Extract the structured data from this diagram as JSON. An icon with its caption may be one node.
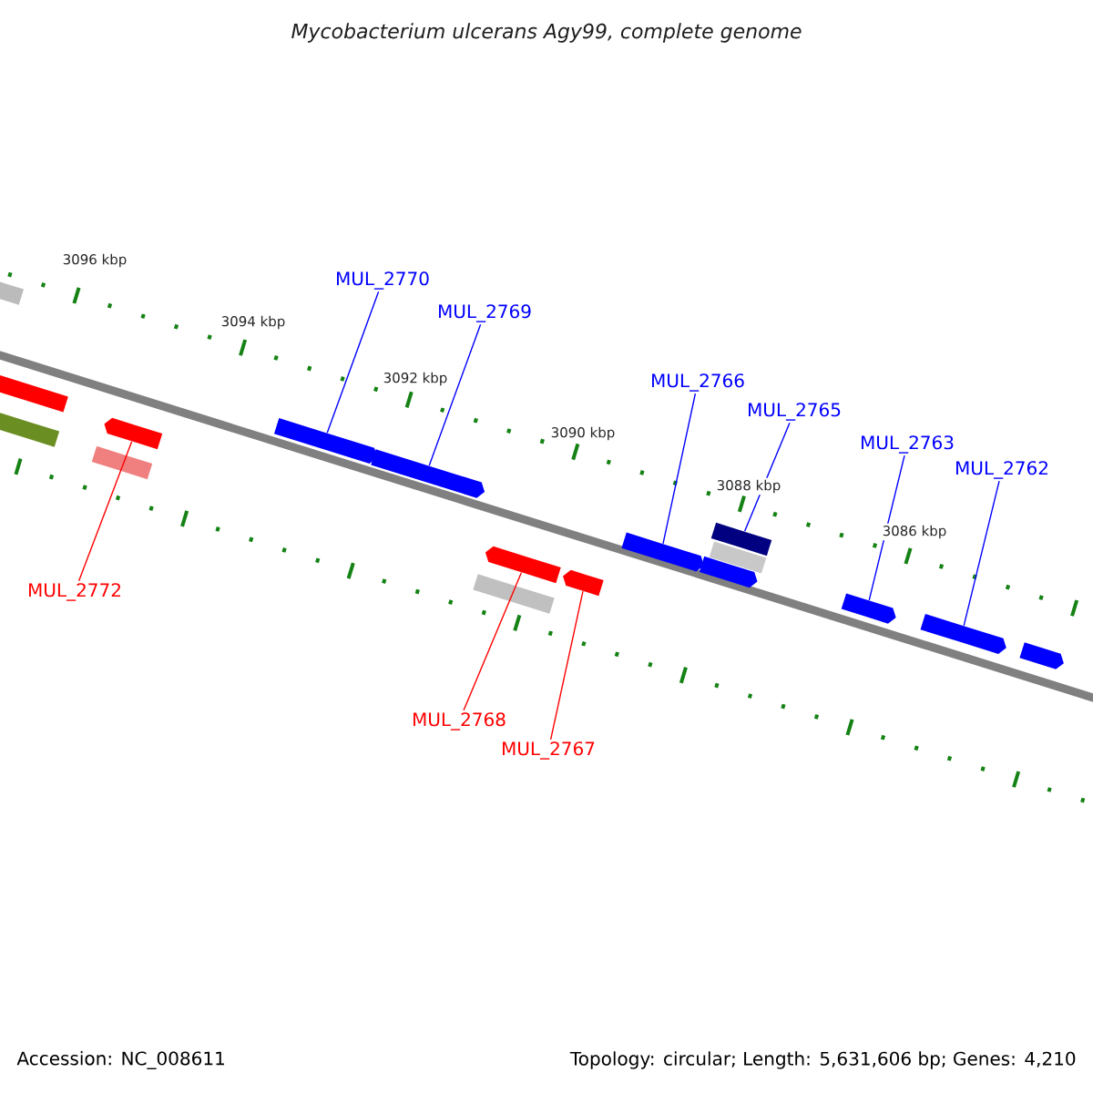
{
  "diagram": {
    "title": "Mycobacterium ulcerans Agy99, complete genome",
    "nodes": [
      {
        "text": [
          "MUL_2770"
        ]
      },
      {
        "text": [
          "MUL_2769"
        ]
      },
      {
        "text": [
          "MUL_2766"
        ]
      },
      {
        "text": [
          "MUL_2765"
        ]
      },
      {
        "text": [
          "MUL_2763"
        ]
      },
      {
        "text": [
          "MUL_2762"
        ]
      },
      {
        "text": [
          "MUL_2772"
        ]
      },
      {
        "text": [
          "MUL_2768"
        ]
      },
      {
        "text": [
          "MUL_2767"
        ]
      },
      {
        "text": [],
        "shape": "bar"
      },
      {
        "text": [],
        "shape": "bar"
      },
      {
        "text": [],
        "shape": "bar"
      },
      {
        "text": [],
        "shape": "bar"
      },
      {
        "text": [],
        "shape": "bar"
      },
      {
        "text": [],
        "shape": "bar"
      },
      {
        "text": [],
        "shape": "bar"
      },
      {
        "text": [],
        "shape": "bar"
      },
      {
        "text": [],
        "shape": "bar"
      },
      {
        "text": [],
        "shape": "bar"
      },
      {
        "text": [],
        "shape": "bar"
      },
      {
        "text": [],
        "shape": "bar"
      },
      {
        "text": [],
        "shape": "bar"
      },
      {
        "text": [],
        "shape": "bar"
      },
      {
        "text": [],
        "shape": "bar"
      },
      {
        "text": [],
        "shape": "bar"
      },
      {
        "text": [],
        "shape": "bar"
      }
    ],
    "edges": [
      {
        "from": 0,
        "to": 14,
        "arrow": "none"
      },
      {
        "from": 1,
        "to": 15,
        "arrow": "none"
      },
      {
        "from": 2,
        "to": 19,
        "arrow": "none"
      },
      {
        "from": 3,
        "to": 20,
        "arrow": "none"
      },
      {
        "from": 4,
        "to": 23,
        "arrow": "none"
      },
      {
        "from": 5,
        "to": 24,
        "arrow": "none"
      },
      {
        "from": 6,
        "to": 12,
        "arrow": "none",
        "color": "#ff0000"
      },
      {
        "from": 7,
        "to": 16,
        "arrow": "none",
        "color": "#ff0000"
      },
      {
        "from": 8,
        "to": 18,
        "arrow": "none",
        "color": "#ff0000"
      }
    ],
    "labels": [
      "3096 kbp",
      "3094 kbp",
      "3092 kbp",
      "3090 kbp",
      "3088 kbp",
      "3086 kbp",
      "Accession: NC_008611",
      "Topology: circular; Length: 5,631,606 bp; Genes: 4,210"
    ]
  }
}
